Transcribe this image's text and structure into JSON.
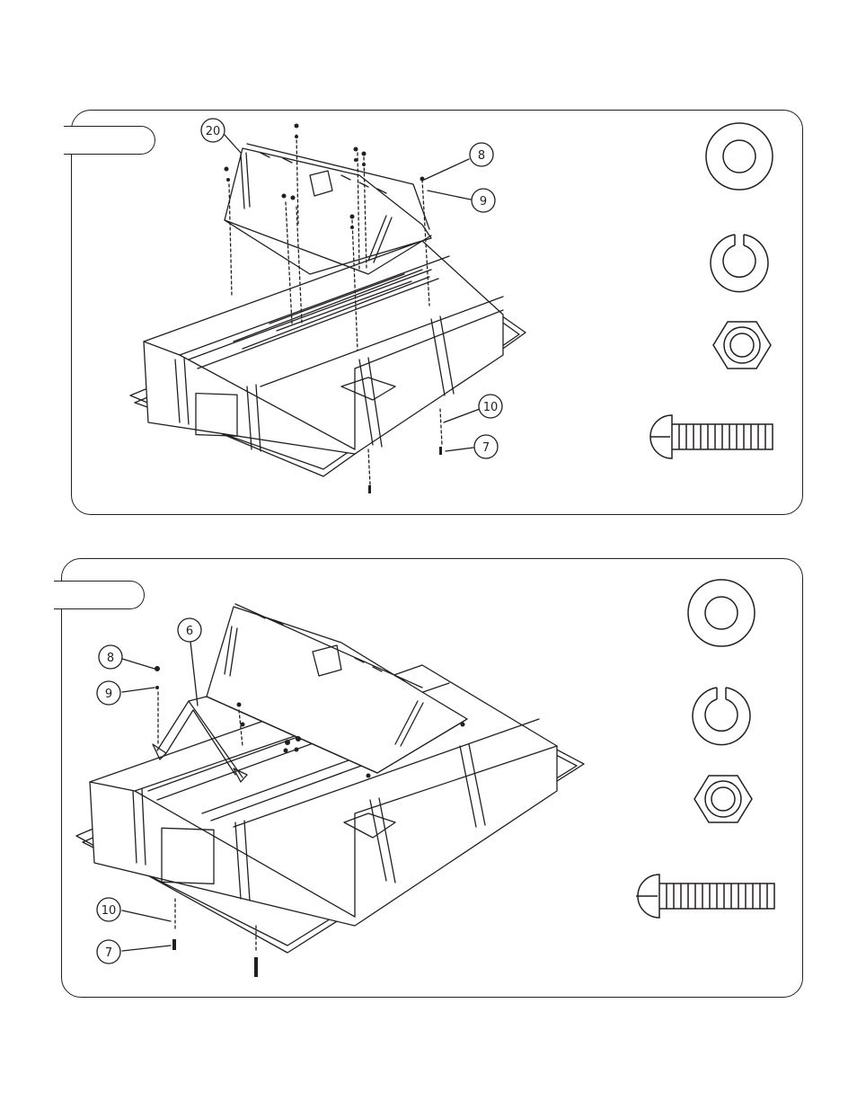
{
  "steps": [
    {
      "callouts": [
        {
          "id": "c1-20",
          "label": "20"
        },
        {
          "id": "c1-8",
          "label": "8"
        },
        {
          "id": "c1-9",
          "label": "9"
        },
        {
          "id": "c1-10",
          "label": "10"
        },
        {
          "id": "c1-7",
          "label": "7"
        }
      ],
      "hardware_legend": [
        "washer-icon",
        "lock-washer-icon",
        "hex-nut-icon",
        "machine-screw-icon"
      ]
    },
    {
      "callouts": [
        {
          "id": "c2-6",
          "label": "6"
        },
        {
          "id": "c2-8",
          "label": "8"
        },
        {
          "id": "c2-9",
          "label": "9"
        },
        {
          "id": "c2-10",
          "label": "10"
        },
        {
          "id": "c2-7",
          "label": "7"
        }
      ],
      "hardware_legend": [
        "washer-icon",
        "lock-washer-icon",
        "hex-nut-icon",
        "machine-screw-icon"
      ]
    }
  ],
  "colors": {
    "line": "#231f20",
    "background": "#ffffff"
  }
}
